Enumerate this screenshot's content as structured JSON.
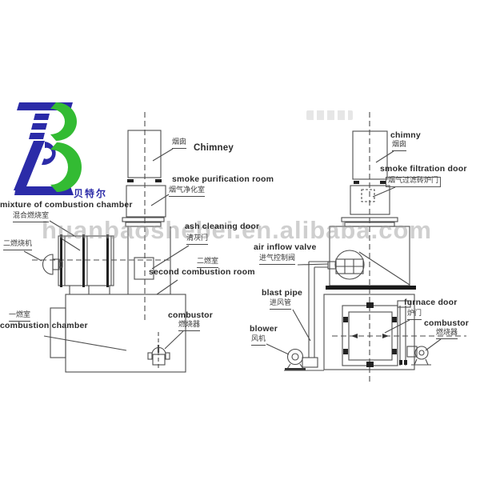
{
  "page": {
    "background": "#ffffff"
  },
  "logo": {
    "text": "贝特尔",
    "blue": "#2b2ba8",
    "green": "#33bb33"
  },
  "watermark": "huanbaoshebei.en.alibaba.com",
  "left_diagram": {
    "labels": {
      "mixture": {
        "en": "mixture of combustion chamber",
        "zh": "混合燃烧室"
      },
      "chimney": {
        "en": "Chimney",
        "zh": "烟囱"
      },
      "purification_room": {
        "en": "smoke purification room",
        "zh": "烟气净化室"
      },
      "ash_door": {
        "en": "ash cleaning door",
        "zh": "清灰门"
      },
      "second_room": {
        "en": "second combustion room",
        "zh": "二燃室"
      },
      "second_burner": {
        "zh": "二燃烧机"
      },
      "chamber": {
        "en": "combustion chamber",
        "zh": "一燃室"
      },
      "combustor": {
        "en": "combustor",
        "zh": "燃烧器"
      }
    }
  },
  "right_diagram": {
    "labels": {
      "chimney": {
        "en": "chimny",
        "zh": "烟囱"
      },
      "filtration_door": {
        "en": "smoke filtration door",
        "zh": "烟气过滤砖炉门"
      },
      "air_valve": {
        "en": "air inflow valve",
        "zh": "进气控制阀"
      },
      "blast_pipe": {
        "en": "blast pipe",
        "zh": "进风管"
      },
      "blower": {
        "en": "blower",
        "zh": "风机"
      },
      "furnace_door": {
        "en": "furnace door",
        "zh": "炉门"
      },
      "combustor": {
        "en": "combustor",
        "zh": "燃烧器"
      }
    }
  }
}
